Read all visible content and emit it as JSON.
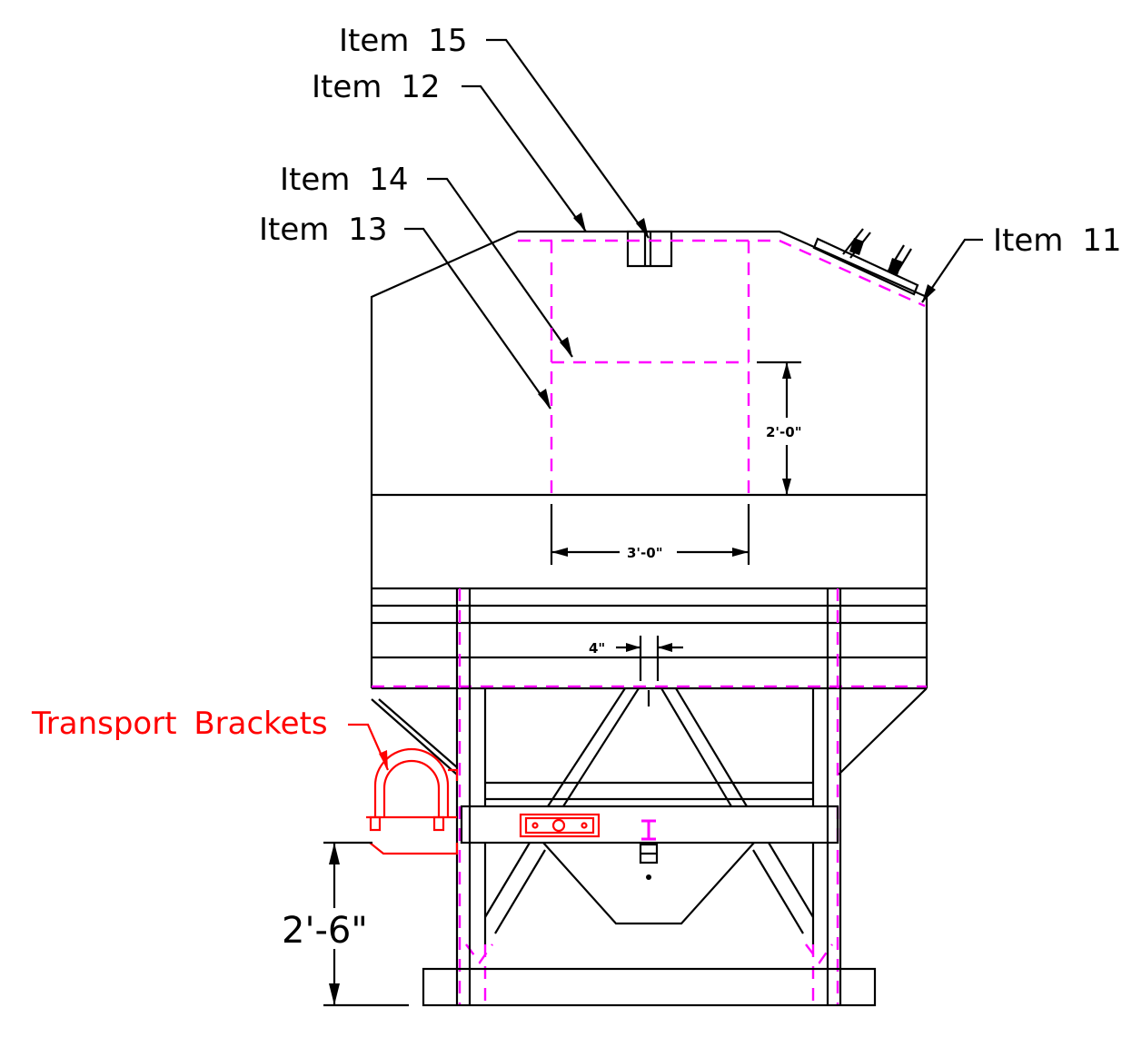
{
  "labels": {
    "item15": "Item 15",
    "item12": "Item 12",
    "item14": "Item 14",
    "item13": "Item 13",
    "item11": "Item 11",
    "transport_brackets": "Transport Brackets"
  },
  "dimensions": {
    "height_opening": "2'-0\"",
    "width_opening": "3'-0\"",
    "gap": "4\"",
    "leg_height": "2'-6\""
  },
  "colors": {
    "outline": "#000000",
    "hidden_lines": "#ff00ff",
    "transport_brackets": "#ff0000"
  }
}
